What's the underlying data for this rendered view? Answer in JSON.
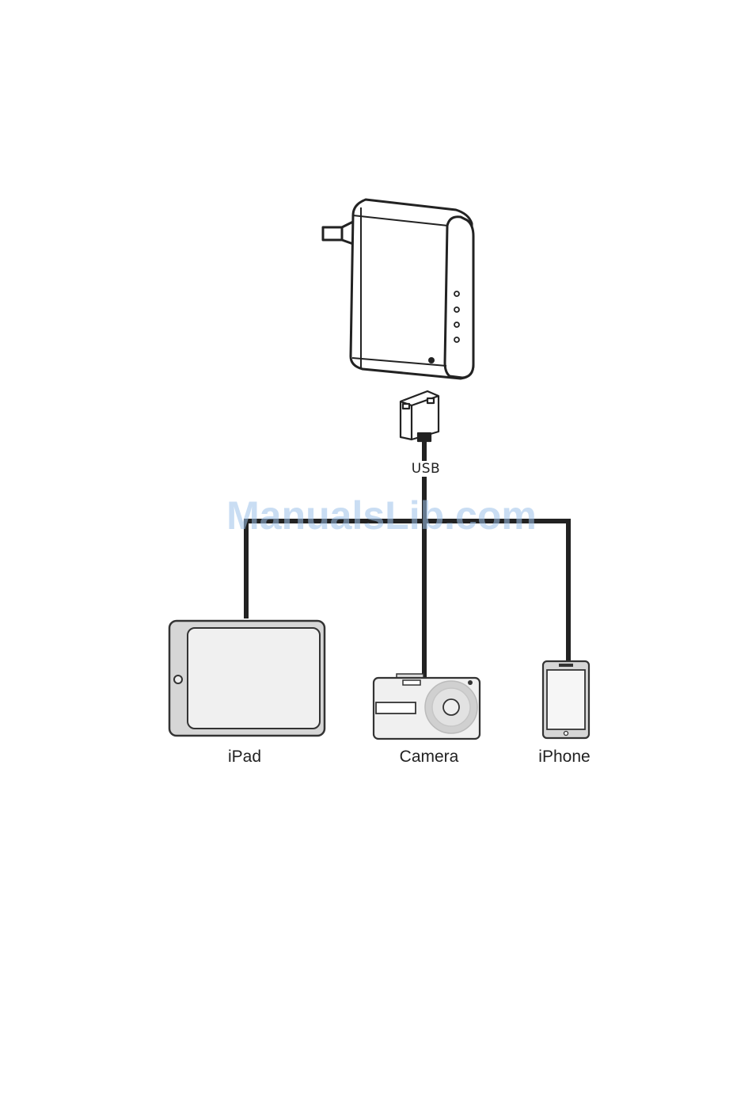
{
  "connection": {
    "label": "USB"
  },
  "devices": [
    {
      "label": "iPad",
      "icon": "ipad-icon"
    },
    {
      "label": "Camera",
      "icon": "camera-icon"
    },
    {
      "label": "iPhone",
      "icon": "iphone-icon"
    }
  ],
  "hub": {
    "icon": "wall-charger-router-icon",
    "connector_icon": "usb-plug-icon"
  },
  "watermark": {
    "text": "ManualsLib.com"
  },
  "colors": {
    "line": "#222222",
    "device_fill": "#f0f0f0",
    "device_body": "#d6d6d6",
    "watermark": "#9ec3ea"
  }
}
